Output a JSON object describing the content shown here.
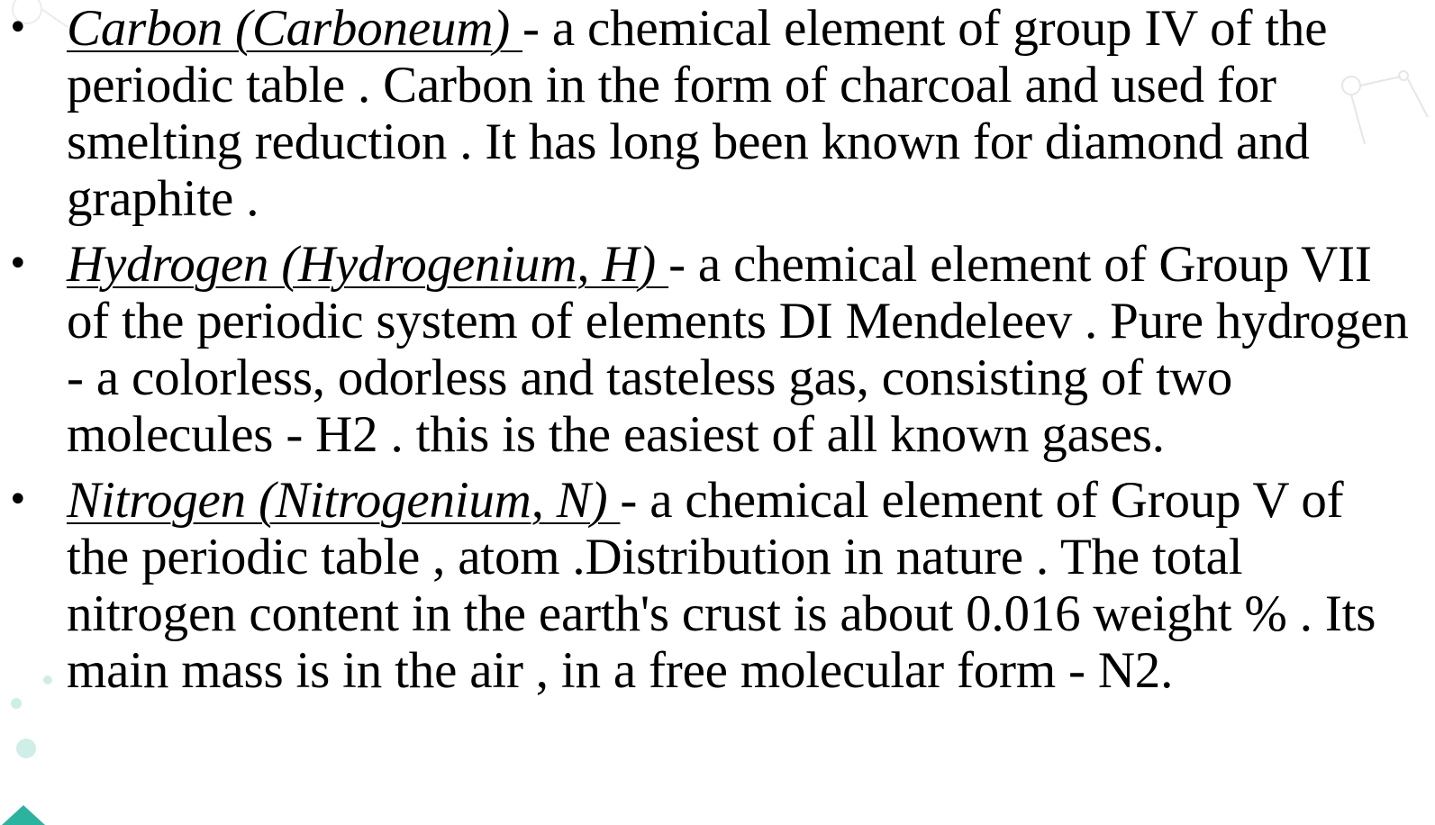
{
  "items": [
    {
      "term": "Carbon (Carboneum) ",
      "text": "- a chemical element of group IV of the periodic table . Carbon in the form of charcoal and used for smelting reduction . It has long been known for diamond and graphite ."
    },
    {
      "term": "Hydrogen (Hydrogenium, H) ",
      "text": "- a chemical element of Group VII of the periodic system of elements DI Mendeleev . Pure hydrogen - a colorless, odorless and tasteless gas, consisting of two molecules - H2 . this is the easiest of all known gases."
    },
    {
      "term": "Nitrogen (Nitrogenium, N) ",
      "text": "- a chemical element of Group V of the periodic table , atom .Distribution in nature . The total nitrogen content in the earth's crust is about 0.016 weight % . Its main mass is in the air , in a free molecular form - N2."
    }
  ]
}
